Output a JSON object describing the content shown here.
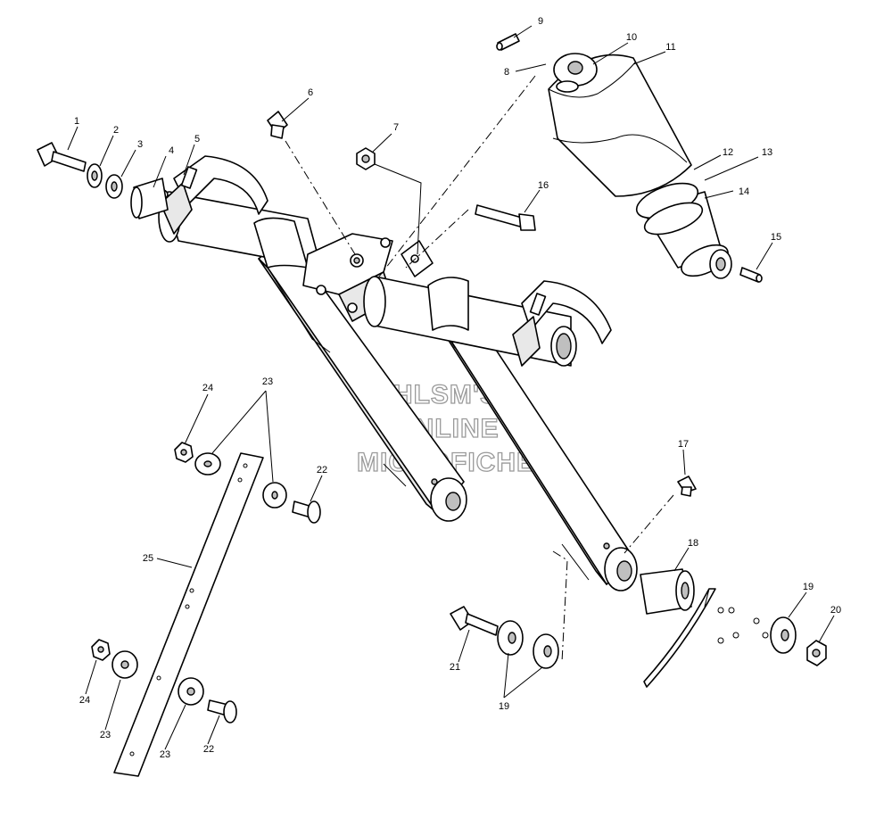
{
  "watermark": {
    "line1": "HLSM'S",
    "line2": "ONLINE",
    "line3": "MICROFICHE"
  },
  "callouts": {
    "c1": "1",
    "c2": "2",
    "c3": "3",
    "c4": "4",
    "c5": "5",
    "c6": "6",
    "c7": "7",
    "c8": "8",
    "c9": "9",
    "c10": "10",
    "c11": "11",
    "c12": "12",
    "c13": "13",
    "c14": "14",
    "c15": "15",
    "c16": "16",
    "c17": "17",
    "c18": "18",
    "c19a": "19",
    "c19b": "19",
    "c20": "20",
    "c21": "21",
    "c22a": "22",
    "c22b": "22",
    "c23a": "23",
    "c23b": "23",
    "c23c": "23",
    "c24a": "24",
    "c24b": "24",
    "c25": "25"
  }
}
